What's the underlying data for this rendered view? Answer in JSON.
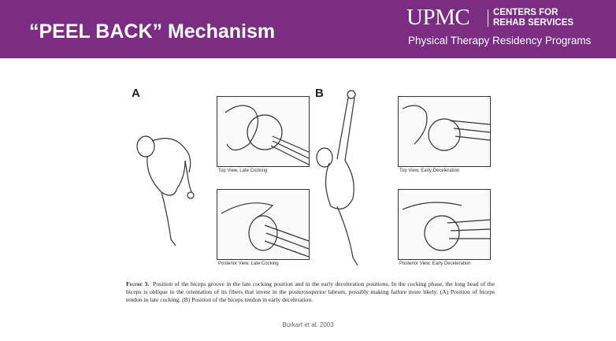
{
  "header": {
    "title": "“PEEL BACK” Mechanism",
    "logo": {
      "brand": "UPMC",
      "line1": "CENTERS FOR",
      "line2": "REHAB SERVICES",
      "subtitle": "Physical Therapy Residency Programs"
    },
    "background_color": "#7b2d83"
  },
  "figure": {
    "panel_a": "A",
    "panel_b": "B",
    "captions": {
      "a_top": "Top View, Late Cocking",
      "a_bottom": "Posterior View, Late Cocking",
      "b_top": "Top View, Early Deceleration",
      "b_bottom": "Posterior View, Early Deceleration"
    },
    "figure_label": "Figure 3.",
    "figure_text": "Position of the biceps groove in the late cocking position and in the early deceleration positions. In the cocking phase, the long head of the biceps is oblique to the orientation of its fibers that invest in the posterosuperior labrum, possibly making failure more likely. (A) Position of biceps tendon in late cocking. (B) Position of the biceps tendon in early deceleration."
  },
  "citation": "Burkart et al. 2003"
}
